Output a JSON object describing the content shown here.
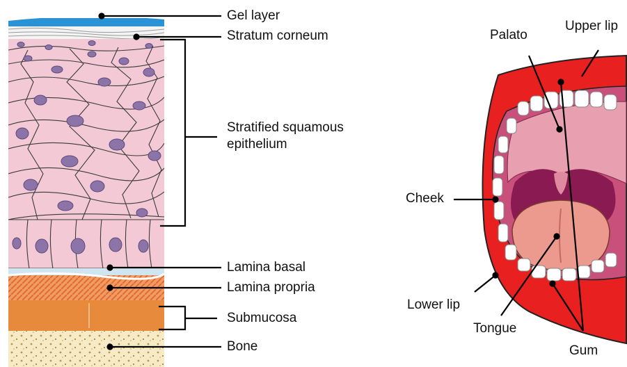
{
  "tissue_labels": {
    "gel_layer": "Gel layer",
    "stratum_corneum": "Stratum corneum",
    "stratified_squamous": "Stratified squamous epithelium",
    "lamina_basal": "Lamina basal",
    "lamina_propria": "Lamina propria",
    "submucosa": "Submucosa",
    "bone": "Bone"
  },
  "mouth_labels": {
    "palato": "Palato",
    "upper_lip": "Upper lip",
    "cheek": "Cheek",
    "lower_lip": "Lower lip",
    "tongue": "Tongue",
    "gum": "Gum"
  },
  "colors": {
    "gel": "#2a93d5",
    "epithelium": "#f2c9d4",
    "nucleus": "#8c74a8",
    "basal": "#cfe6f1",
    "propria": "#f0884d",
    "submucosa": "#e88a3c",
    "bone": "#f4e6b8",
    "lip": "#e8201f",
    "mouth": "#c8507a",
    "tongue": "#ec9a8e",
    "teeth": "#ffffff"
  }
}
